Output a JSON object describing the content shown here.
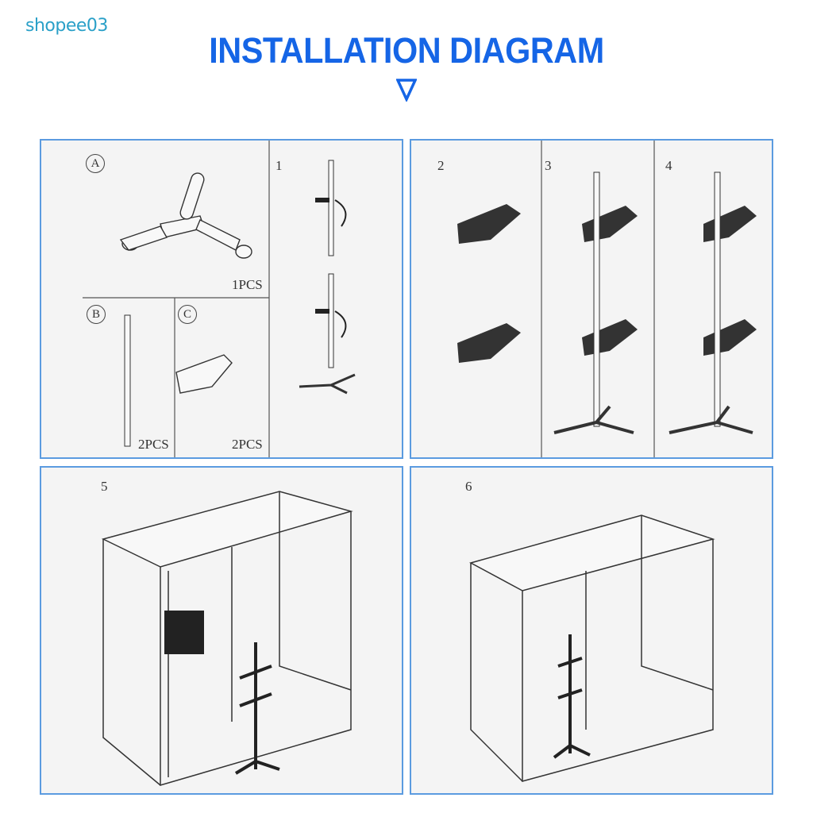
{
  "watermark": "shopee03",
  "title": "INSTALLATION DIAGRAM",
  "colors": {
    "title": "#1565e6",
    "border": "#5b9be0",
    "watermark": "#2aa0c8"
  },
  "panel1": {
    "part_a": "A",
    "part_a_qty": "1PCS",
    "part_b": "B",
    "part_b_qty": "2PCS",
    "part_c": "C",
    "part_c_qty": "2PCS",
    "step": "1"
  },
  "panel2": {
    "steps": [
      "2",
      "3",
      "4"
    ]
  },
  "panel3": {
    "step": "5"
  },
  "panel4": {
    "step": "6"
  }
}
